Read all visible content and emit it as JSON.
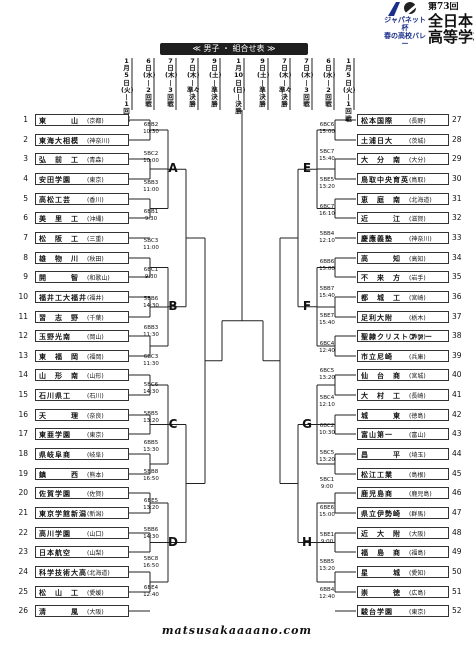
{
  "header": {
    "edition": "第73回",
    "title_line1": "全日本",
    "title_line2": "高等学校",
    "sponsor": "ジャパネット杯",
    "sponsor_sub": "春の高校バレー"
  },
  "banner": "≪ 男子 ・ 組合せ表 ≫",
  "columns_left": [
    {
      "date": "1月5日(火)",
      "round": "1回戦"
    },
    {
      "date": "6日(水)",
      "round": "2回戦"
    },
    {
      "date": "7日(木)",
      "round": "3回戦"
    },
    {
      "date": "7日(木)",
      "round": "準々決勝"
    },
    {
      "date": "9日(土)",
      "round": "準決勝"
    }
  ],
  "column_center": {
    "date": "1月10日(日)",
    "round": "決勝"
  },
  "columns_right": [
    {
      "date": "9日(土)",
      "round": "準決勝"
    },
    {
      "date": "7日(木)",
      "round": "準々決勝"
    },
    {
      "date": "7日(木)",
      "round": "3回戦"
    },
    {
      "date": "6日(水)",
      "round": "2回戦"
    },
    {
      "date": "1月5日(火)",
      "round": "1回戦"
    }
  ],
  "blocks": [
    "A",
    "B",
    "C",
    "D",
    "E",
    "F",
    "G",
    "H"
  ],
  "left_teams": [
    {
      "no": "1",
      "name": "東　　　山",
      "pref": "(京都)"
    },
    {
      "no": "2",
      "name": "東海大相模",
      "pref": "(神奈川)"
    },
    {
      "no": "3",
      "name": "弘　前　工",
      "pref": "(青森)"
    },
    {
      "no": "4",
      "name": "安田学園",
      "pref": "(東京)"
    },
    {
      "no": "5",
      "name": "高松工芸",
      "pref": "(香川)"
    },
    {
      "no": "6",
      "name": "美　里　工",
      "pref": "(沖縄)"
    },
    {
      "no": "7",
      "name": "松　阪　工",
      "pref": "(三重)"
    },
    {
      "no": "8",
      "name": "雄　物　川",
      "pref": "(秋田)"
    },
    {
      "no": "9",
      "name": "開　　　智",
      "pref": "(和歌山)"
    },
    {
      "no": "10",
      "name": "福井工大福井",
      "pref": "(福井)"
    },
    {
      "no": "11",
      "name": "習　志　野",
      "pref": "(千葉)"
    },
    {
      "no": "12",
      "name": "玉野光南",
      "pref": "(岡山)"
    },
    {
      "no": "13",
      "name": "東　福　岡",
      "pref": "(福岡)"
    },
    {
      "no": "14",
      "name": "山　形　南",
      "pref": "(山形)"
    },
    {
      "no": "15",
      "name": "石川県工",
      "pref": "(石川)"
    },
    {
      "no": "16",
      "name": "天　　　理",
      "pref": "(奈良)"
    },
    {
      "no": "17",
      "name": "東亜学園",
      "pref": "(東京)"
    },
    {
      "no": "18",
      "name": "県岐阜商",
      "pref": "(岐阜)"
    },
    {
      "no": "19",
      "name": "鎮　　　西",
      "pref": "(熊本)"
    },
    {
      "no": "20",
      "name": "佐賀学園",
      "pref": "(佐賀)"
    },
    {
      "no": "21",
      "name": "東京学館新潟",
      "pref": "(新潟)"
    },
    {
      "no": "22",
      "name": "高川学園",
      "pref": "(山口)"
    },
    {
      "no": "23",
      "name": "日本航空",
      "pref": "(山梨)"
    },
    {
      "no": "24",
      "name": "科学技術大高",
      "pref": "(北海道)"
    },
    {
      "no": "25",
      "name": "松　山　工",
      "pref": "(愛媛)"
    },
    {
      "no": "26",
      "name": "清　　　風",
      "pref": "(大阪)"
    }
  ],
  "right_teams": [
    {
      "no": "27",
      "name": "松本国際",
      "pref": "(長野)"
    },
    {
      "no": "28",
      "name": "土浦日大",
      "pref": "(茨城)"
    },
    {
      "no": "29",
      "name": "大　分　南",
      "pref": "(大分)"
    },
    {
      "no": "30",
      "name": "鳥取中央育英",
      "pref": "(鳥取)"
    },
    {
      "no": "31",
      "name": "恵　庭　南",
      "pref": "(北海道)"
    },
    {
      "no": "32",
      "name": "近　　　江",
      "pref": "(滋賀)"
    },
    {
      "no": "33",
      "name": "慶應義塾",
      "pref": "(神奈川)"
    },
    {
      "no": "34",
      "name": "高　　　知",
      "pref": "(高知)"
    },
    {
      "no": "35",
      "name": "不　来　方",
      "pref": "(岩手)"
    },
    {
      "no": "36",
      "name": "都　城　工",
      "pref": "(宮崎)"
    },
    {
      "no": "37",
      "name": "足利大附",
      "pref": "(栃木)"
    },
    {
      "no": "38",
      "name": "聖隷クリストファー",
      "pref": "(静岡)"
    },
    {
      "no": "39",
      "name": "市立尼崎",
      "pref": "(兵庫)"
    },
    {
      "no": "40",
      "name": "仙　台　商",
      "pref": "(宮城)"
    },
    {
      "no": "41",
      "name": "大　村　工",
      "pref": "(長崎)"
    },
    {
      "no": "42",
      "name": "城　　　東",
      "pref": "(徳島)"
    },
    {
      "no": "43",
      "name": "富山第一",
      "pref": "(富山)"
    },
    {
      "no": "44",
      "name": "昌　　　平",
      "pref": "(埼玉)"
    },
    {
      "no": "45",
      "name": "松江工業",
      "pref": "(島根)"
    },
    {
      "no": "46",
      "name": "鹿児島商",
      "pref": "(鹿児島)"
    },
    {
      "no": "47",
      "name": "県立伊勢崎",
      "pref": "(群馬)"
    },
    {
      "no": "48",
      "name": "近　大　附",
      "pref": "(大阪)"
    },
    {
      "no": "49",
      "name": "福　島　商",
      "pref": "(福島)"
    },
    {
      "no": "50",
      "name": "星　　　城",
      "pref": "(愛知)"
    },
    {
      "no": "51",
      "name": "崇　　　徳",
      "pref": "(広島)"
    },
    {
      "no": "52",
      "name": "駿台学園",
      "pref": "(東京)"
    }
  ],
  "left_matches": [
    {
      "code": "6BB2",
      "time": "10:30"
    },
    {
      "code": "5BC2",
      "time": "10:00"
    },
    {
      "code": "5BB3",
      "time": "11:00"
    },
    {
      "code": "6BB1",
      "time": "9:30"
    },
    {
      "code": "5BC3",
      "time": "11:00"
    },
    {
      "code": "6BC1",
      "time": "9:30"
    },
    {
      "code": "5BB6",
      "time": "14:30"
    },
    {
      "code": "6BB3",
      "time": "11:30"
    },
    {
      "code": "6BC3",
      "time": "11:30"
    },
    {
      "code": "5BC6",
      "time": "14:30"
    },
    {
      "code": "5BB5",
      "time": "13:20"
    },
    {
      "code": "6BB5",
      "time": "13:30"
    },
    {
      "code": "5BB8",
      "time": "16:50"
    },
    {
      "code": "6BE5",
      "time": "13:20"
    },
    {
      "code": "5BB6",
      "time": "14:30"
    },
    {
      "code": "5BC8",
      "time": "16:50"
    },
    {
      "code": "6BE4",
      "time": "12:40"
    }
  ],
  "right_matches": [
    {
      "code": "6BC6",
      "time": "15:00"
    },
    {
      "code": "5BC7",
      "time": "15:40"
    },
    {
      "code": "5BE5",
      "time": "13:20"
    },
    {
      "code": "6BC7",
      "time": "16:10"
    },
    {
      "code": "5BB4",
      "time": "12:10"
    },
    {
      "code": "6BB6",
      "time": "15:00"
    },
    {
      "code": "5BB7",
      "time": "15:40"
    },
    {
      "code": "5BE7",
      "time": "15:40"
    },
    {
      "code": "6BC4",
      "time": "12:40"
    },
    {
      "code": "6BC5",
      "time": "13:20"
    },
    {
      "code": "5BC4",
      "time": "12:10"
    },
    {
      "code": "6BC2",
      "time": "10:30"
    },
    {
      "code": "5BC5",
      "time": "13:20"
    },
    {
      "code": "5BC1",
      "time": "9:00"
    },
    {
      "code": "6BE6",
      "time": "15:00"
    },
    {
      "code": "5BE1",
      "time": "9:00"
    },
    {
      "code": "5BB5",
      "time": "13:20"
    },
    {
      "code": "6BB4",
      "time": "12:40"
    }
  ],
  "footer": "matsusakaaaano.com"
}
